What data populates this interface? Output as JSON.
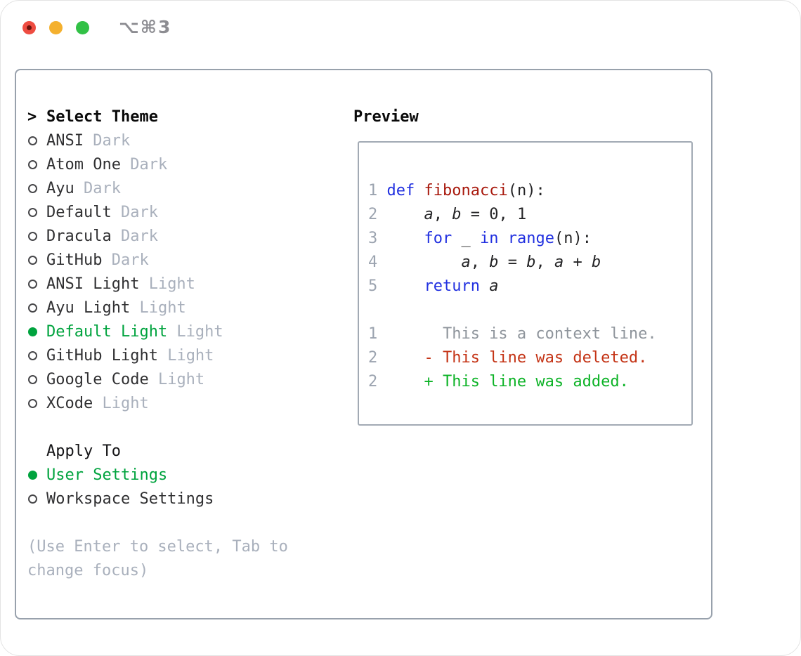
{
  "window": {
    "title": "⌥⌘3"
  },
  "colors": {
    "accent_green": "#00a33e",
    "keyword_blue": "#2130e0",
    "function_red": "#a8190d",
    "diff_deleted_red": "#c43315",
    "diff_added_green": "#0db327",
    "muted_gray": "#a9b0bc",
    "line_number_gray": "#9ba3af",
    "context_gray": "#8f959c",
    "panel_border_gray": "#98a1ac",
    "traffic_red": "#ee4c41",
    "traffic_yellow": "#f4b02e",
    "traffic_green": "#32c146"
  },
  "theme_selector": {
    "prompt_marker": ">",
    "title": "Select Theme",
    "themes": [
      {
        "name": "ANSI",
        "variant": "Dark",
        "selected": false
      },
      {
        "name": "Atom One",
        "variant": "Dark",
        "selected": false
      },
      {
        "name": "Ayu",
        "variant": "Dark",
        "selected": false
      },
      {
        "name": "Default",
        "variant": "Dark",
        "selected": false
      },
      {
        "name": "Dracula",
        "variant": "Dark",
        "selected": false
      },
      {
        "name": "GitHub",
        "variant": "Dark",
        "selected": false
      },
      {
        "name": "ANSI Light",
        "variant": "Light",
        "selected": false
      },
      {
        "name": "Ayu Light",
        "variant": "Light",
        "selected": false
      },
      {
        "name": "Default Light",
        "variant": "Light",
        "selected": true
      },
      {
        "name": "GitHub Light",
        "variant": "Light",
        "selected": false
      },
      {
        "name": "Google Code",
        "variant": "Light",
        "selected": false
      },
      {
        "name": "XCode",
        "variant": "Light",
        "selected": false
      }
    ],
    "apply_to": {
      "title": "Apply To",
      "options": [
        {
          "name": "User Settings",
          "selected": true
        },
        {
          "name": "Workspace Settings",
          "selected": false
        }
      ]
    },
    "hint_lines": [
      "(Use Enter to select, Tab to",
      "change focus)"
    ]
  },
  "preview": {
    "title": "Preview",
    "lines": [
      {
        "segments": []
      },
      {
        "segments": [
          {
            "c": "ln",
            "t": "1"
          },
          {
            "c": "pl",
            "t": " "
          },
          {
            "c": "kw",
            "t": "def"
          },
          {
            "c": "pl",
            "t": " "
          },
          {
            "c": "fn",
            "t": "fibonacci"
          },
          {
            "c": "pl",
            "t": "(n):"
          }
        ]
      },
      {
        "segments": [
          {
            "c": "ln",
            "t": "2"
          },
          {
            "c": "pl",
            "t": "     "
          },
          {
            "c": "va",
            "t": "a"
          },
          {
            "c": "pl",
            "t": ", "
          },
          {
            "c": "va",
            "t": "b"
          },
          {
            "c": "pl",
            "t": " = 0, 1"
          }
        ]
      },
      {
        "segments": [
          {
            "c": "ln",
            "t": "3"
          },
          {
            "c": "pl",
            "t": "     "
          },
          {
            "c": "kw",
            "t": "for"
          },
          {
            "c": "pl",
            "t": " _ "
          },
          {
            "c": "kw",
            "t": "in"
          },
          {
            "c": "pl",
            "t": " "
          },
          {
            "c": "kw",
            "t": "range"
          },
          {
            "c": "pl",
            "t": "(n):"
          }
        ]
      },
      {
        "segments": [
          {
            "c": "ln",
            "t": "4"
          },
          {
            "c": "pl",
            "t": "         "
          },
          {
            "c": "va",
            "t": "a"
          },
          {
            "c": "pl",
            "t": ", "
          },
          {
            "c": "va",
            "t": "b"
          },
          {
            "c": "pl",
            "t": " = "
          },
          {
            "c": "va",
            "t": "b"
          },
          {
            "c": "pl",
            "t": ", "
          },
          {
            "c": "va",
            "t": "a"
          },
          {
            "c": "pl",
            "t": " + "
          },
          {
            "c": "va",
            "t": "b"
          }
        ]
      },
      {
        "segments": [
          {
            "c": "ln",
            "t": "5"
          },
          {
            "c": "pl",
            "t": "     "
          },
          {
            "c": "kw",
            "t": "return"
          },
          {
            "c": "pl",
            "t": " "
          },
          {
            "c": "va",
            "t": "a"
          }
        ]
      },
      {
        "segments": []
      },
      {
        "segments": [
          {
            "c": "ln",
            "t": "1"
          },
          {
            "c": "ctx",
            "t": "       This is a context line."
          }
        ]
      },
      {
        "segments": [
          {
            "c": "ln",
            "t": "2"
          },
          {
            "c": "del",
            "t": "     - This line was deleted."
          }
        ]
      },
      {
        "segments": [
          {
            "c": "ln",
            "t": "2"
          },
          {
            "c": "add",
            "t": "     + This line was added."
          }
        ]
      }
    ]
  }
}
